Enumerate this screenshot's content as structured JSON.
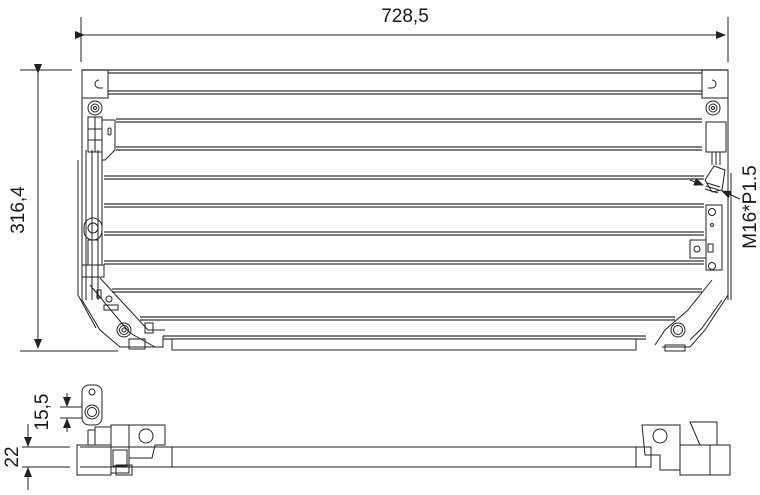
{
  "drawing": {
    "subject": "Condenser technical drawing",
    "dimensions": {
      "width": "728,5",
      "height": "316,4",
      "thread": "M16*P1.5",
      "bracket_offset": "15,5",
      "depth": "22"
    },
    "colors": {
      "line": "#222222",
      "background": "#ffffff"
    }
  }
}
